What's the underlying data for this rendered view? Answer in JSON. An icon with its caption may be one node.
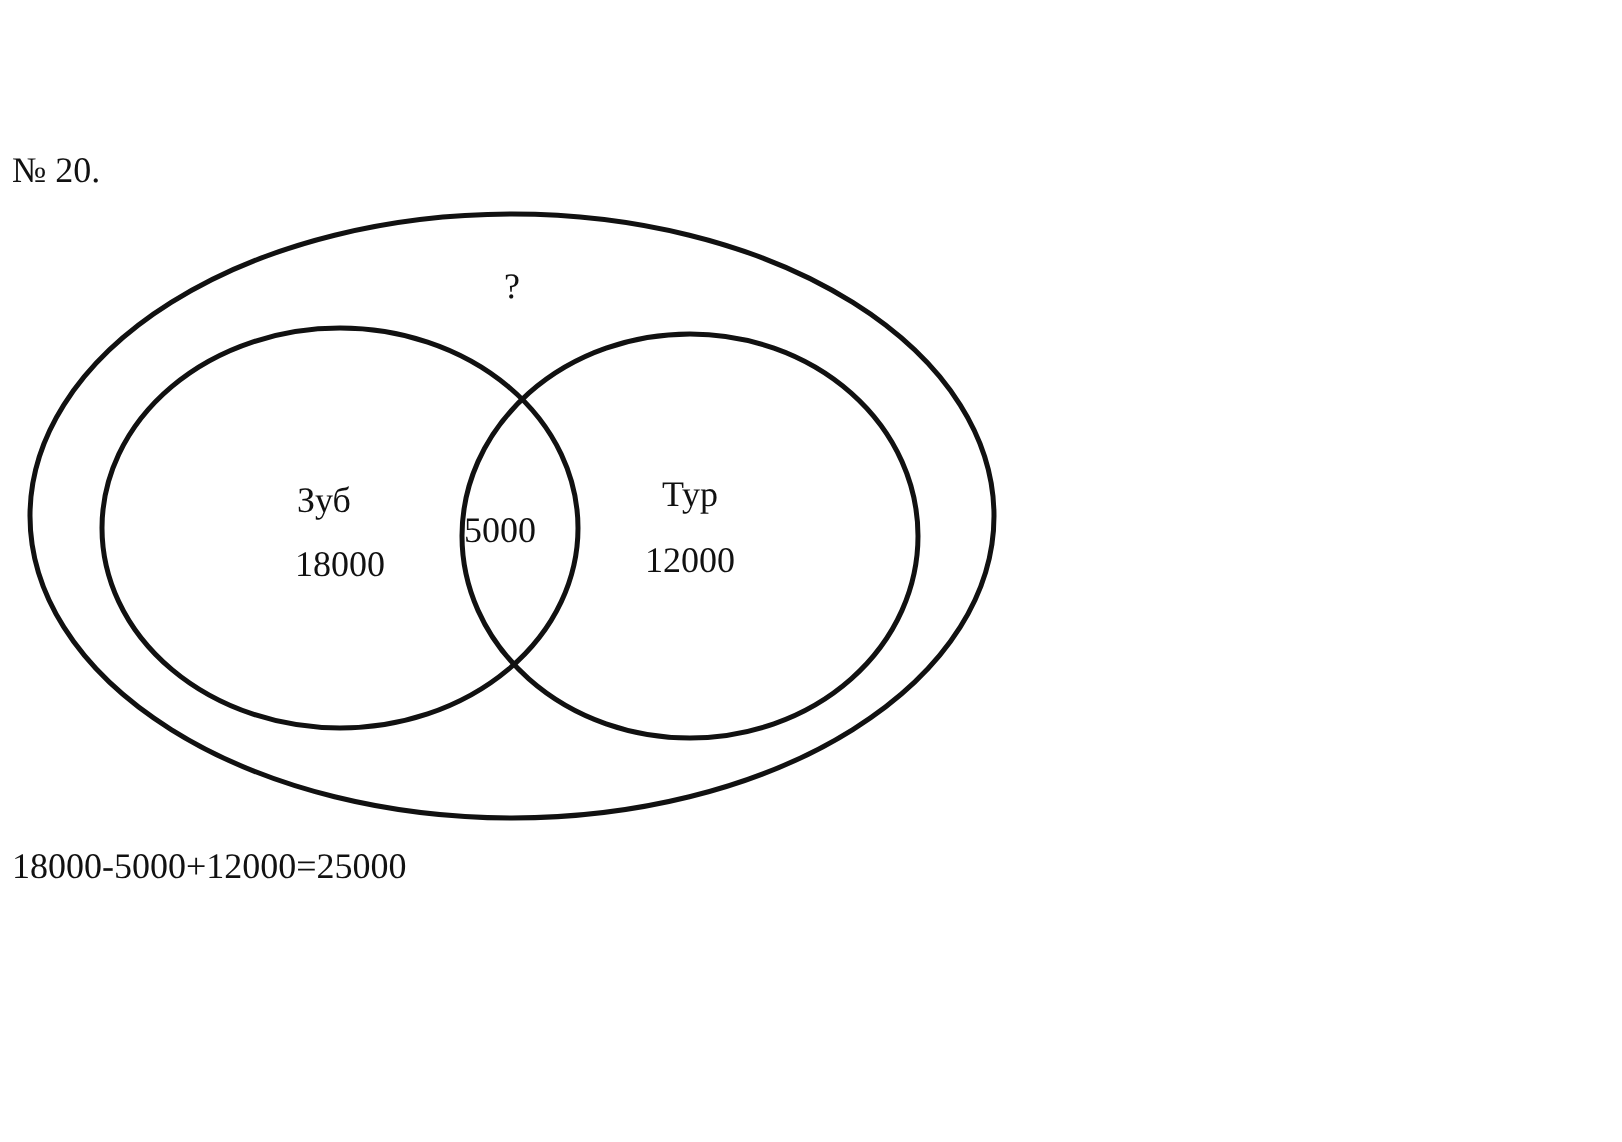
{
  "diagram": {
    "title": "№ 20.",
    "nodes": [
      {
        "text": [
          "?"
        ]
      },
      {
        "text": [
          "Зуб",
          "18000"
        ],
        "in": 0
      },
      {
        "text": [
          "Тур",
          "12000"
        ],
        "in": 0
      }
    ],
    "labels": [
      "5000"
    ],
    "caption": "18000-5000+12000=25000"
  }
}
